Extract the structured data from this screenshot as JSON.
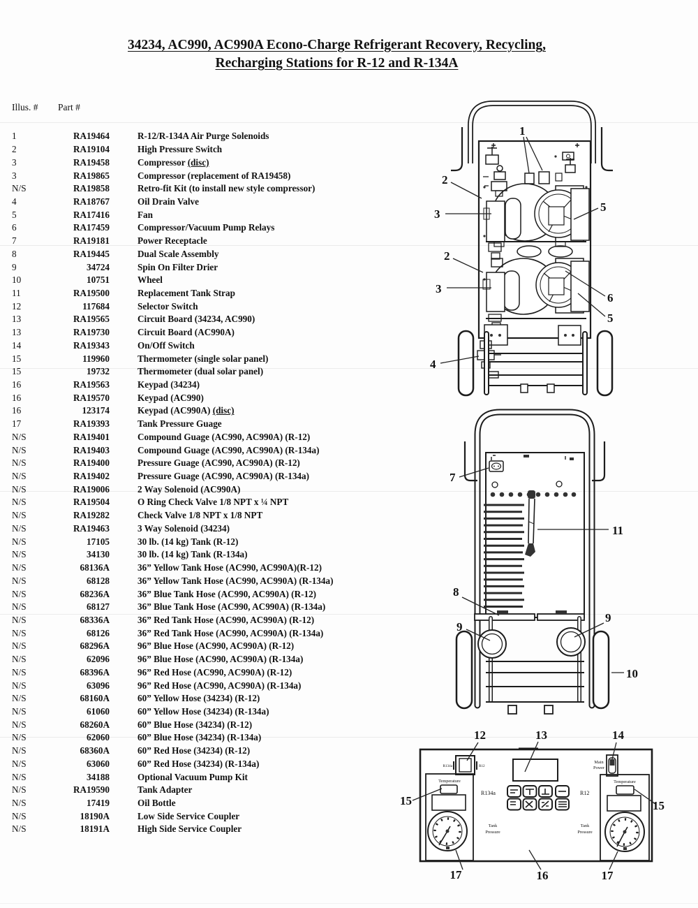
{
  "colors": {
    "ink": "#1a1a1a",
    "paper": "#fdfdfd",
    "scanline_opacity": "0.08"
  },
  "title": {
    "line1": "34234, AC990, AC990A Econo-Charge Refrigerant Recovery, Recycling,",
    "line2": "Recharging Stations for R-12 and R-134A"
  },
  "table": {
    "headers": {
      "illus": "Illus. #",
      "part": "Part #"
    },
    "rows": [
      {
        "illus": "1",
        "part": "RA19464",
        "desc": "R-12/R-134A Air Purge Solenoids"
      },
      {
        "illus": "2",
        "part": "RA19104",
        "desc": "High Pressure Switch"
      },
      {
        "illus": "3",
        "part": "RA19458",
        "desc": "Compressor ",
        "u": "(disc)"
      },
      {
        "illus": "3",
        "part": "RA19865",
        "desc": "Compressor (replacement of RA19458)"
      },
      {
        "illus": "N/S",
        "part": "RA19858",
        "desc": "Retro-fit Kit (to install new style compressor)"
      },
      {
        "illus": "4",
        "part": "RA18767",
        "desc": "Oil Drain Valve"
      },
      {
        "illus": "5",
        "part": "RA17416",
        "desc": "Fan"
      },
      {
        "illus": "6",
        "part": "RA17459",
        "desc": "Compressor/Vacuum Pump Relays"
      },
      {
        "illus": "7",
        "part": "RA19181",
        "desc": "Power Receptacle"
      },
      {
        "illus": "8",
        "part": "RA19445",
        "desc": "Dual Scale Assembly"
      },
      {
        "illus": "9",
        "part": "34724",
        "desc": "Spin On Filter Drier"
      },
      {
        "illus": "10",
        "part": "10751",
        "desc": "Wheel"
      },
      {
        "illus": "11",
        "part": "RA19500",
        "desc": "Replacement Tank Strap"
      },
      {
        "illus": "12",
        "part": "117684",
        "desc": "Selector Switch"
      },
      {
        "illus": "13",
        "part": "RA19565",
        "desc": "Circuit Board (34234, AC990)"
      },
      {
        "illus": "13",
        "part": "RA19730",
        "desc": "Circuit Board (AC990A)"
      },
      {
        "illus": "14",
        "part": "RA19343",
        "desc": "On/Off Switch"
      },
      {
        "illus": "15",
        "part": "119960",
        "desc": "Thermometer (single solar panel)"
      },
      {
        "illus": "15",
        "part": "19732",
        "desc": "Thermometer (dual solar panel)"
      },
      {
        "illus": "16",
        "part": "RA19563",
        "desc": "Keypad (34234)"
      },
      {
        "illus": "16",
        "part": "RA19570",
        "desc": "Keypad (AC990)"
      },
      {
        "illus": "16",
        "part": "123174",
        "desc": "Keypad (AC990A) ",
        "u": "(disc)"
      },
      {
        "illus": "17",
        "part": "RA19393",
        "desc": "Tank Pressure Guage"
      },
      {
        "illus": "N/S",
        "part": "RA19401",
        "desc": "Compound Guage (AC990, AC990A) (R-12)"
      },
      {
        "illus": "N/S",
        "part": "RA19403",
        "desc": "Compound Guage (AC990, AC990A) (R-134a)"
      },
      {
        "illus": "N/S",
        "part": "RA19400",
        "desc": "Pressure Guage (AC990, AC990A) (R-12)"
      },
      {
        "illus": "N/S",
        "part": "RA19402",
        "desc": "Pressure Guage (AC990, AC990A) (R-134a)"
      },
      {
        "illus": "N/S",
        "part": "RA19006",
        "desc": "2 Way Solenoid (AC990A)"
      },
      {
        "illus": "N/S",
        "part": "RA19504",
        "desc": "O Ring Check Valve 1/8 NPT x ¼ NPT"
      },
      {
        "illus": "N/S",
        "part": "RA19282",
        "desc": "Check Valve 1/8 NPT x 1/8 NPT"
      },
      {
        "illus": "N/S",
        "part": "RA19463",
        "desc": "3 Way Solenoid (34234)"
      },
      {
        "illus": "N/S",
        "part": "17105",
        "desc": "30 lb. (14 kg) Tank (R-12)"
      },
      {
        "illus": "N/S",
        "part": "34130",
        "desc": "30 lb. (14 kg) Tank (R-134a)"
      },
      {
        "illus": "N/S",
        "part": "68136A",
        "desc": "36” Yellow Tank Hose (AC990, AC990A)(R-12)"
      },
      {
        "illus": "N/S",
        "part": "68128",
        "desc": "36” Yellow Tank Hose (AC990, AC990A) (R-134a)"
      },
      {
        "illus": "N/S",
        "part": "68236A",
        "desc": "36” Blue Tank Hose (AC990, AC990A) (R-12)"
      },
      {
        "illus": "N/S",
        "part": "68127",
        "desc": "36” Blue Tank Hose (AC990, AC990A) (R-134a)"
      },
      {
        "illus": "N/S",
        "part": "68336A",
        "desc": "36” Red Tank Hose (AC990, AC990A) (R-12)"
      },
      {
        "illus": "N/S",
        "part": "68126",
        "desc": "36” Red Tank Hose (AC990, AC990A) (R-134a)"
      },
      {
        "illus": "N/S",
        "part": "68296A",
        "desc": "96” Blue Hose (AC990, AC990A) (R-12)"
      },
      {
        "illus": "N/S",
        "part": "62096",
        "desc": "96” Blue Hose (AC990, AC990A) (R-134a)"
      },
      {
        "illus": "N/S",
        "part": "68396A",
        "desc": "96” Red Hose (AC990, AC990A) (R-12)"
      },
      {
        "illus": "N/S",
        "part": "63096",
        "desc": "96” Red Hose (AC990, AC990A) (R-134a)"
      },
      {
        "illus": "N/S",
        "part": "68160A",
        "desc": "60” Yellow Hose (34234) (R-12)"
      },
      {
        "illus": "N/S",
        "part": "61060",
        "desc": "60” Yellow Hose (34234) (R-134a)"
      },
      {
        "illus": "N/S",
        "part": "68260A",
        "desc": "60” Blue Hose (34234) (R-12)"
      },
      {
        "illus": "N/S",
        "part": "62060",
        "desc": "60” Blue Hose (34234) (R-134a)"
      },
      {
        "illus": "N/S",
        "part": "68360A",
        "desc": "60” Red Hose (34234) (R-12)"
      },
      {
        "illus": "N/S",
        "part": "63060",
        "desc": "60” Red Hose (34234) (R-134a)"
      },
      {
        "illus": "N/S",
        "part": "34188",
        "desc": "Optional Vacuum Pump Kit"
      },
      {
        "illus": "N/S",
        "part": "RA19590",
        "desc": "Tank Adapter"
      },
      {
        "illus": "N/S",
        "part": "17419",
        "desc": "Oil Bottle"
      },
      {
        "illus": "N/S",
        "part": "18190A",
        "desc": "Low Side Service Coupler"
      },
      {
        "illus": "N/S",
        "part": "18191A",
        "desc": "High Side Service Coupler"
      }
    ]
  },
  "co": {
    "1": "1",
    "2": "2",
    "3": "3",
    "4": "4",
    "5": "5",
    "6": "6",
    "7": "7",
    "8": "8",
    "9": "9",
    "10": "10",
    "11": "11",
    "12": "12",
    "13": "13",
    "14": "14",
    "15": "15",
    "16": "16",
    "17": "17"
  },
  "p": {
    "temperature": "Temperature",
    "r134a": "R134a",
    "r12": "R12",
    "sel_left": "R134a",
    "sel_right": "R12",
    "main1": "Main",
    "main2": "Power",
    "tank": "Tank",
    "pressure": "Pressure"
  }
}
